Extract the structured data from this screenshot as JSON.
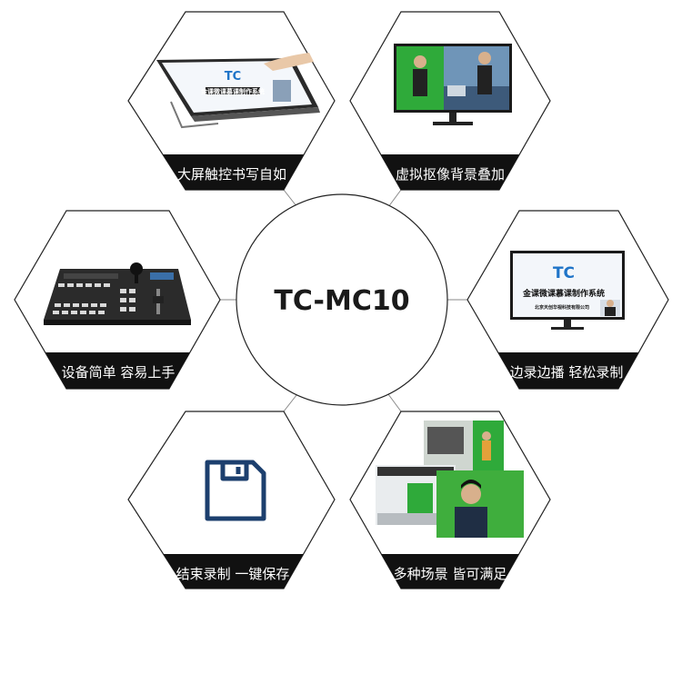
{
  "center": {
    "title": "TC-MC10"
  },
  "features": [
    {
      "label": "大屏触控书写自如",
      "icon": "touch-tablet-icon"
    },
    {
      "label": "虚拟抠像背景叠加",
      "icon": "green-screen-monitor-icon"
    },
    {
      "label": "设备简单 容易上手",
      "icon": "control-console-icon"
    },
    {
      "label": "边录边播 轻松录制",
      "icon": "presentation-monitor-icon"
    },
    {
      "label": "结束录制 一键保存",
      "icon": "floppy-disk-icon"
    },
    {
      "label": "多种场景 皆可满足",
      "icon": "studio-scenes-icon"
    }
  ],
  "screen": {
    "brand": "TC",
    "system_title": "金课微课慕课制作系统",
    "company": "北京天创华视科技有限公司"
  },
  "colors": {
    "label_bar": "#111111",
    "hex_stroke": "#222222",
    "accent_blue": "#1f74c8",
    "floppy": "#1c3f6e",
    "green_screen": "#2faa3a"
  }
}
